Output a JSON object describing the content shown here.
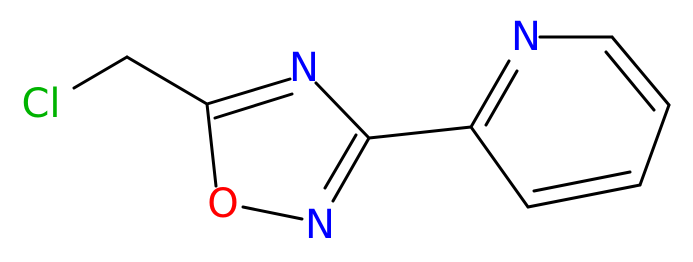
{
  "atoms": {
    "chlorine": {
      "label": "Cl",
      "color": "#00b300"
    },
    "oxadiazole_n4": {
      "label": "N",
      "color": "#0000ff"
    },
    "oxadiazole_o1": {
      "label": "O",
      "color": "#ff0000"
    },
    "oxadiazole_n2": {
      "label": "N",
      "color": "#0000ff"
    },
    "pyridine_n": {
      "label": "N",
      "color": "#0000ff"
    }
  },
  "bond_color": "#000000"
}
